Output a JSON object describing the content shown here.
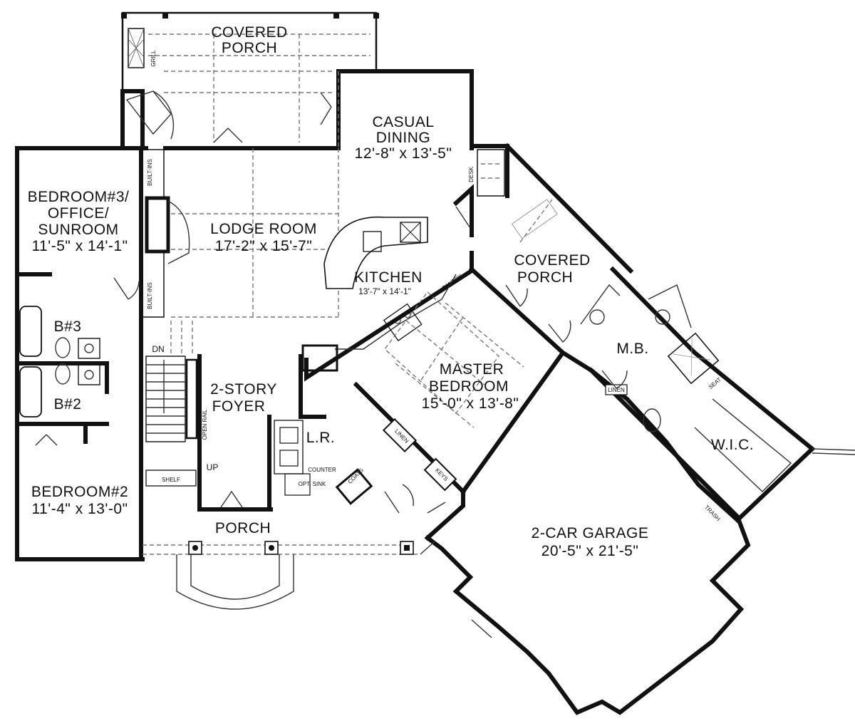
{
  "rooms": {
    "covered_porch_top": [
      "COVERED",
      "PORCH"
    ],
    "casual_dining": [
      "CASUAL",
      "DINING",
      "12'-8\" x 13'-5\""
    ],
    "bedroom3": [
      "BEDROOM#3/",
      "OFFICE/",
      "SUNROOM",
      "11'-5\" x 14'-1\""
    ],
    "lodge_room": [
      "LODGE ROOM",
      "17'-2\" x 15'-7\""
    ],
    "kitchen": [
      "KITCHEN",
      "13'-7\" x 14'-1\""
    ],
    "covered_porch_right": [
      "COVERED",
      "PORCH"
    ],
    "mb": "M.B.",
    "b3": "B#3",
    "b2": "B#2",
    "foyer": [
      "2-STORY",
      "FOYER"
    ],
    "master_bedroom": [
      "MASTER",
      "BEDROOM",
      "15'-0\" x 13'-8\""
    ],
    "lr": "L.R.",
    "wic": "W.I.C.",
    "bedroom2": [
      "BEDROOM#2",
      "11'-4\" x 13'-0\""
    ],
    "porch": "PORCH",
    "garage": [
      "2-CAR GARAGE",
      "20'-5\" x 21'-5\""
    ]
  },
  "notes": {
    "grill": "GRILL",
    "desk": "DESK",
    "built_ins_top": "BUILT-INS",
    "built_ins_bottom": "BUILT-INS",
    "pantry": "PANTRY",
    "dn": "DN",
    "up": "UP",
    "open_rail": "OPEN RAIL",
    "shelf": "SHELF",
    "counter": "COUNTER",
    "opt_sink": "OPT. SINK",
    "coats": "COATS",
    "linen": "LINEN",
    "linen2": "LINEN",
    "keys": "KEYS",
    "seat": "SEAT",
    "trash": "TRASH"
  }
}
